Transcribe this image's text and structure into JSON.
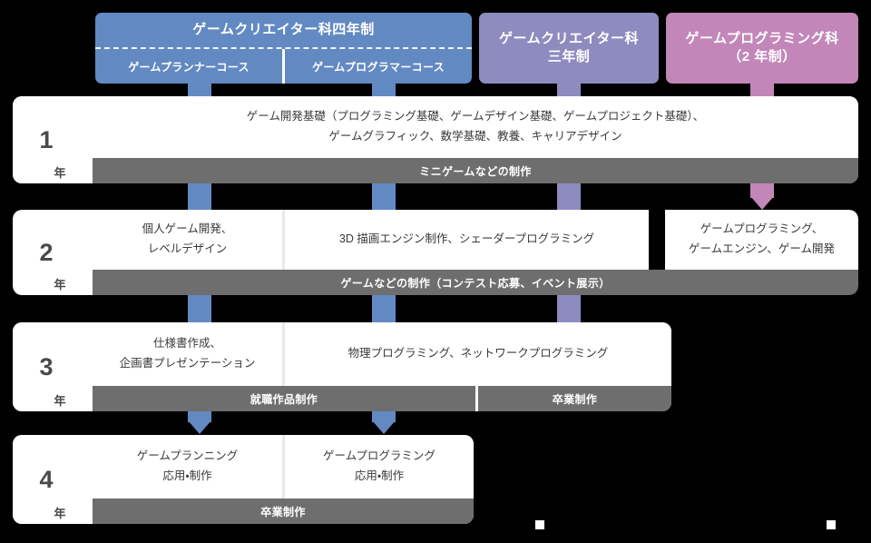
{
  "meta": {
    "diagram_title": "ゲーム系学科 カリキュラム年次表",
    "colors": {
      "course_blue": "#6389c2",
      "course_purple": "#8e8bbf",
      "course_pink": "#c287b8",
      "gray_bar": "#6e6e6e",
      "row_white": "#ffffff",
      "background": "#000000"
    }
  },
  "headers": [
    {
      "id": "game-creator-4y",
      "title": "ゲームクリエイター科四年制",
      "color": "#6389c2",
      "courses": [
        {
          "id": "planner",
          "label": "ゲームプランナーコース"
        },
        {
          "id": "programmer",
          "label": "ゲームプログラマーコース"
        }
      ]
    },
    {
      "id": "game-creator-3y",
      "title": "ゲームクリエイター科\n三年制",
      "title_line1": "ゲームクリエイター科",
      "title_line2": "三年制",
      "color": "#8e8bbf",
      "courses": []
    },
    {
      "id": "game-programming-2y",
      "title_line1": "ゲームプログラミング科",
      "title_line2": "（2 年制）",
      "color": "#c287b8",
      "courses": []
    }
  ],
  "years": [
    {
      "id": "year-1",
      "num": "1",
      "unit": "年",
      "cells": [
        {
          "id": "y1-common",
          "line1": "ゲーム開発基礎（プログラミング基礎、ゲームデザイン基礎、ゲームプロジェクト基礎）、",
          "line2": "ゲームグラフィック、数学基礎、教養、キャリアデザイン"
        }
      ],
      "bars": [
        {
          "id": "y1-bar-minigame",
          "label": "ミニゲームなどの制作"
        }
      ]
    },
    {
      "id": "year-2",
      "num": "2",
      "unit": "年",
      "cells": [
        {
          "id": "y2-planner",
          "line1": "個人ゲーム開発、",
          "line2": "レベルデザイン"
        },
        {
          "id": "y2-programmer",
          "line1": "3D 描画エンジン制作、シェーダープログラミング",
          "line2": ""
        },
        {
          "id": "y2-programming-dept",
          "line1": "ゲームプログラミング、",
          "line2": "ゲームエンジン、ゲーム開発"
        }
      ],
      "bars": [
        {
          "id": "y2-bar-contest",
          "label": "ゲームなどの制作（コンテスト応募、イベント展示）"
        }
      ]
    },
    {
      "id": "year-3",
      "num": "3",
      "unit": "年",
      "cells": [
        {
          "id": "y3-planner",
          "line1": "仕様書作成、",
          "line2": "企画書プレゼンテーション"
        },
        {
          "id": "y3-programmer",
          "line1": "物理プログラミング、ネットワークプログラミング",
          "line2": ""
        }
      ],
      "bars": [
        {
          "id": "y3-bar-job",
          "label": "就職作品制作"
        },
        {
          "id": "y3-bar-grad",
          "label": "卒業制作"
        }
      ]
    },
    {
      "id": "year-4",
      "num": "4",
      "unit": "年",
      "cells": [
        {
          "id": "y4-planning",
          "line1": "ゲームプランニング",
          "line2": "応用・制作"
        },
        {
          "id": "y4-programming",
          "line1": "ゲームプログラミング",
          "line2": "応用・制作"
        }
      ],
      "bars": [
        {
          "id": "y4-bar-grad",
          "label": "卒業制作"
        }
      ]
    }
  ],
  "connectors": [
    {
      "id": "conn-planner",
      "color": "#6389c2",
      "shape": "bar"
    },
    {
      "id": "conn-programmer",
      "color": "#6389c2",
      "shape": "bar"
    },
    {
      "id": "conn-creator3y",
      "color": "#8e8bbf",
      "shape": "bar"
    },
    {
      "id": "conn-programming2y",
      "color": "#c287b8",
      "shape": "arrow"
    }
  ]
}
